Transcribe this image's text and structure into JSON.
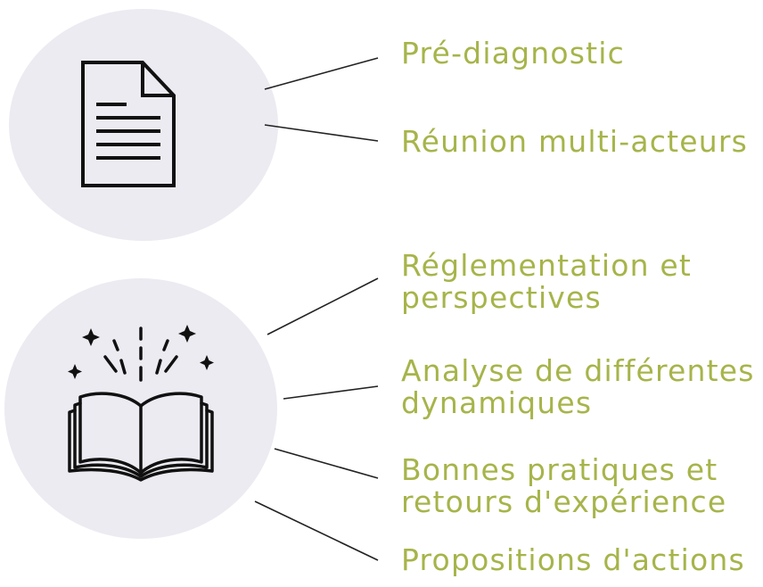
{
  "groups": [
    {
      "icon": "document-icon",
      "items": [
        "Pré-diagnostic",
        "Réunion multi-acteurs"
      ]
    },
    {
      "icon": "open-book-icon",
      "items": [
        [
          "Réglementation et",
          "perspectives"
        ],
        [
          "Analyse de différentes",
          "dynamiques"
        ],
        [
          "Bonnes pratiques et",
          "retours d'expérience"
        ],
        "Propositions d'actions"
      ]
    }
  ],
  "colors": {
    "label": "#a7b44a",
    "circle": "#ebebf1",
    "line": "#222222"
  }
}
